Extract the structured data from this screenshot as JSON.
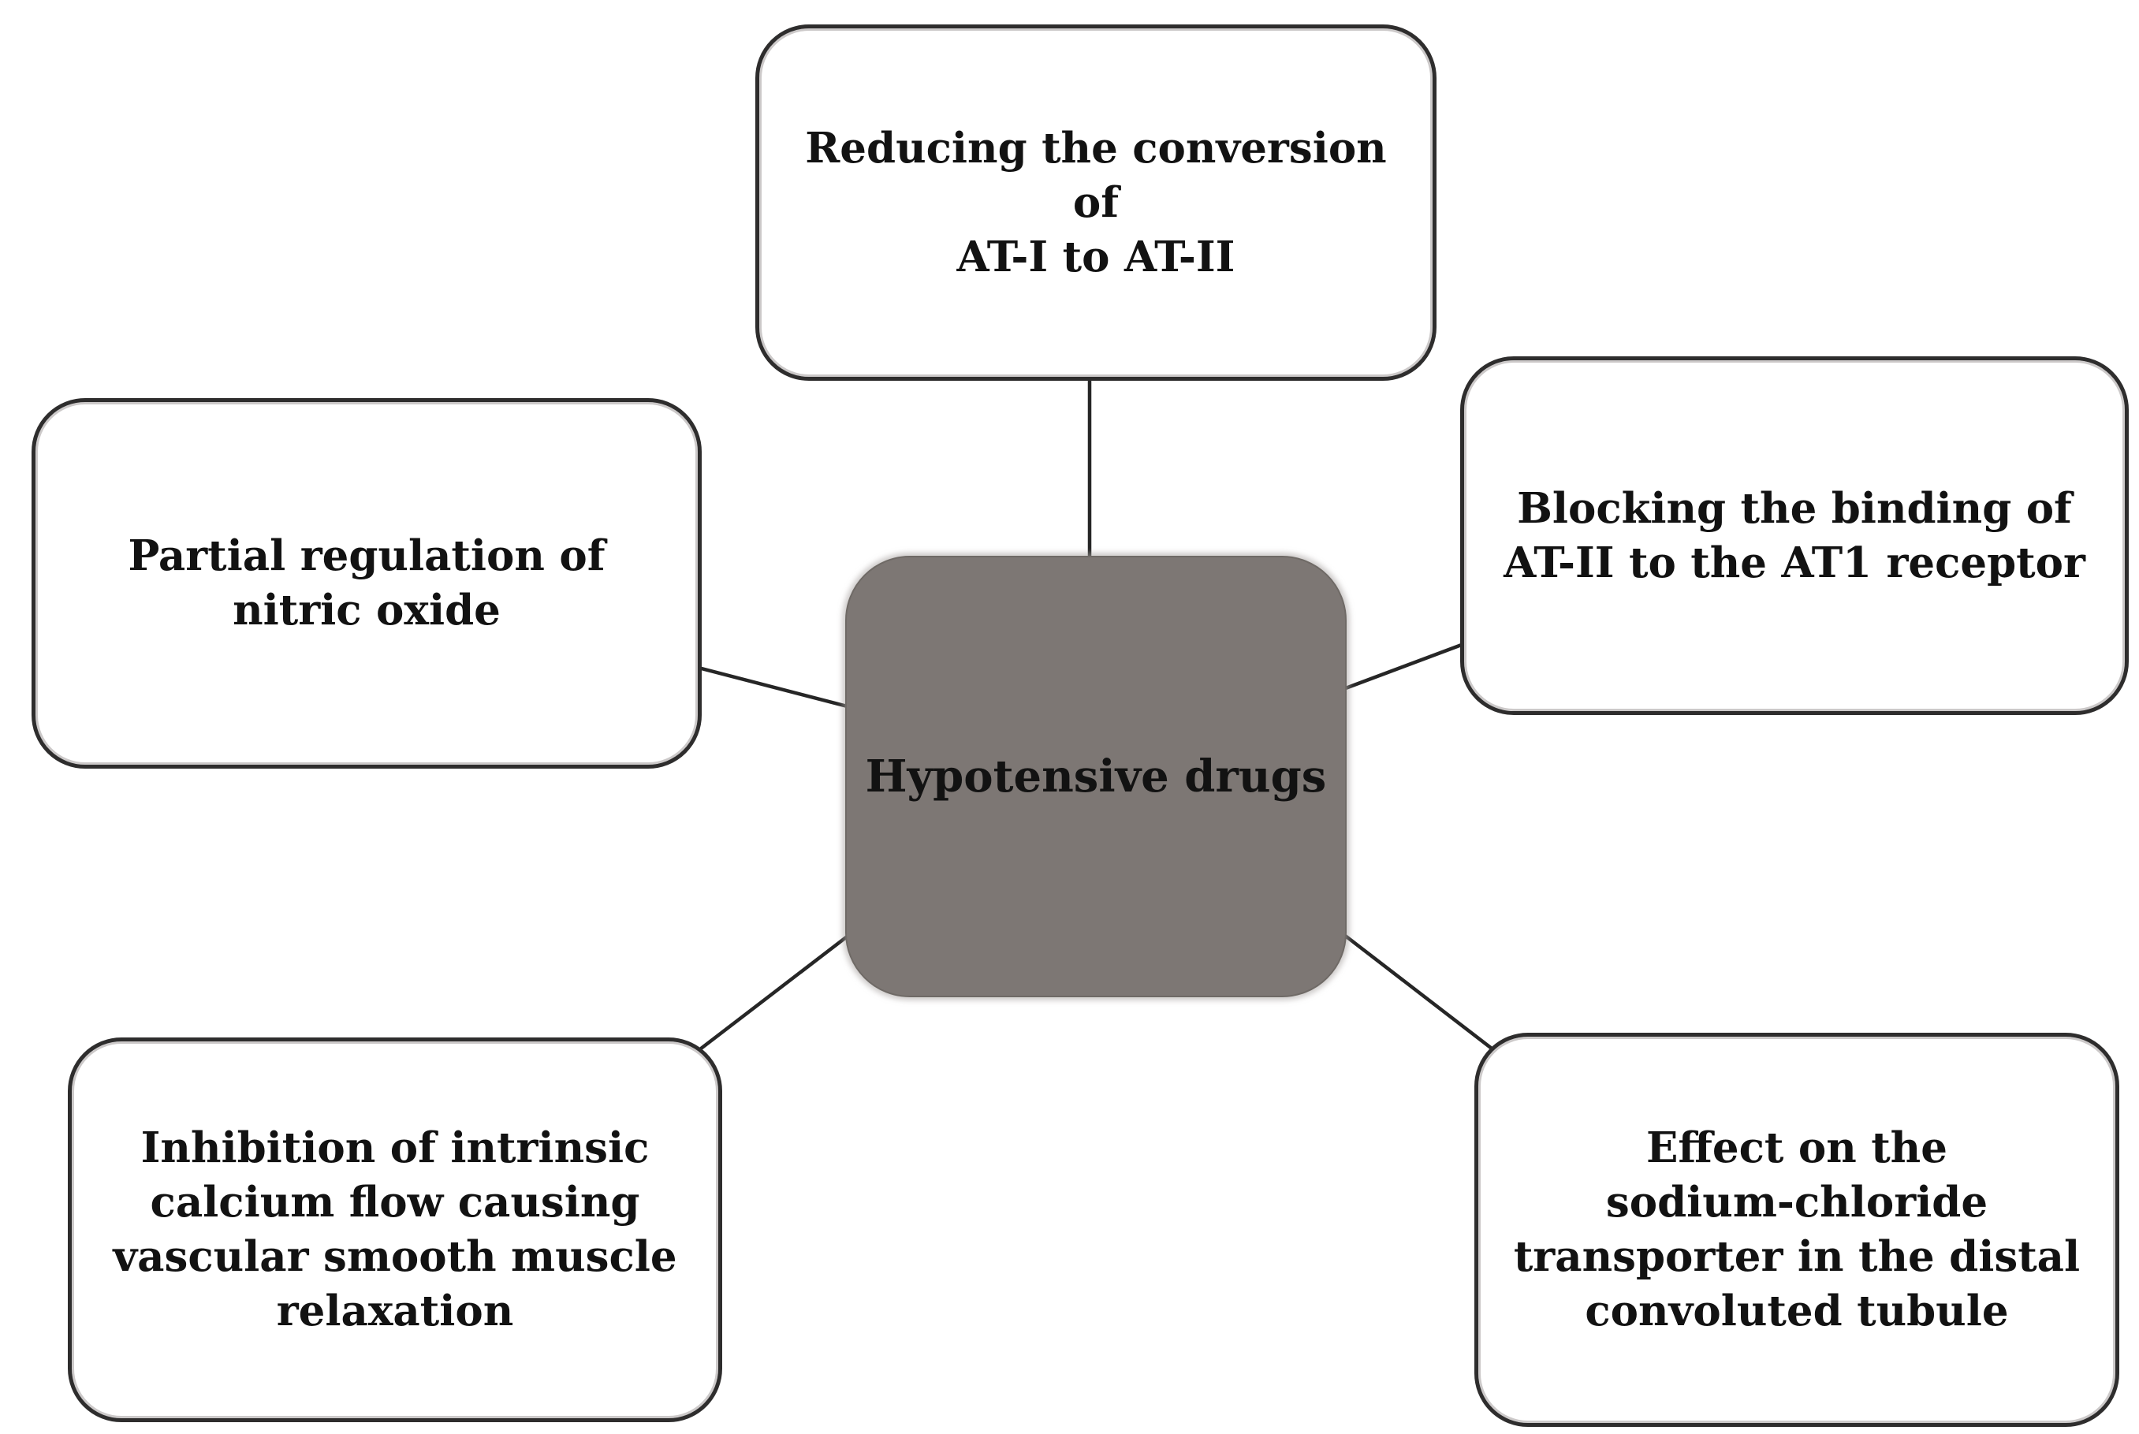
{
  "diagram": {
    "title_node": {
      "label": "Hypotensive drugs"
    },
    "nodes": [
      {
        "id": "top",
        "label": "Reducing the conversion of\nAT-I to AT-II"
      },
      {
        "id": "upper-left",
        "label": "Partial regulation of\nnitric oxide"
      },
      {
        "id": "upper-right",
        "label": "Blocking the binding of\nAT-II to the AT1 receptor"
      },
      {
        "id": "lower-left",
        "label": "Inhibition of intrinsic\ncalcium flow causing\nvascular smooth muscle\nrelaxation"
      },
      {
        "id": "lower-right",
        "label": "Effect on the\nsodium-chloride\ntransporter in the distal\nconvoluted tubule"
      }
    ],
    "colors": {
      "background": "#ffffff",
      "center_fill": "#7d7774",
      "box_border": "#2e2d2d",
      "connector": "#262626",
      "text": "#121212"
    }
  }
}
